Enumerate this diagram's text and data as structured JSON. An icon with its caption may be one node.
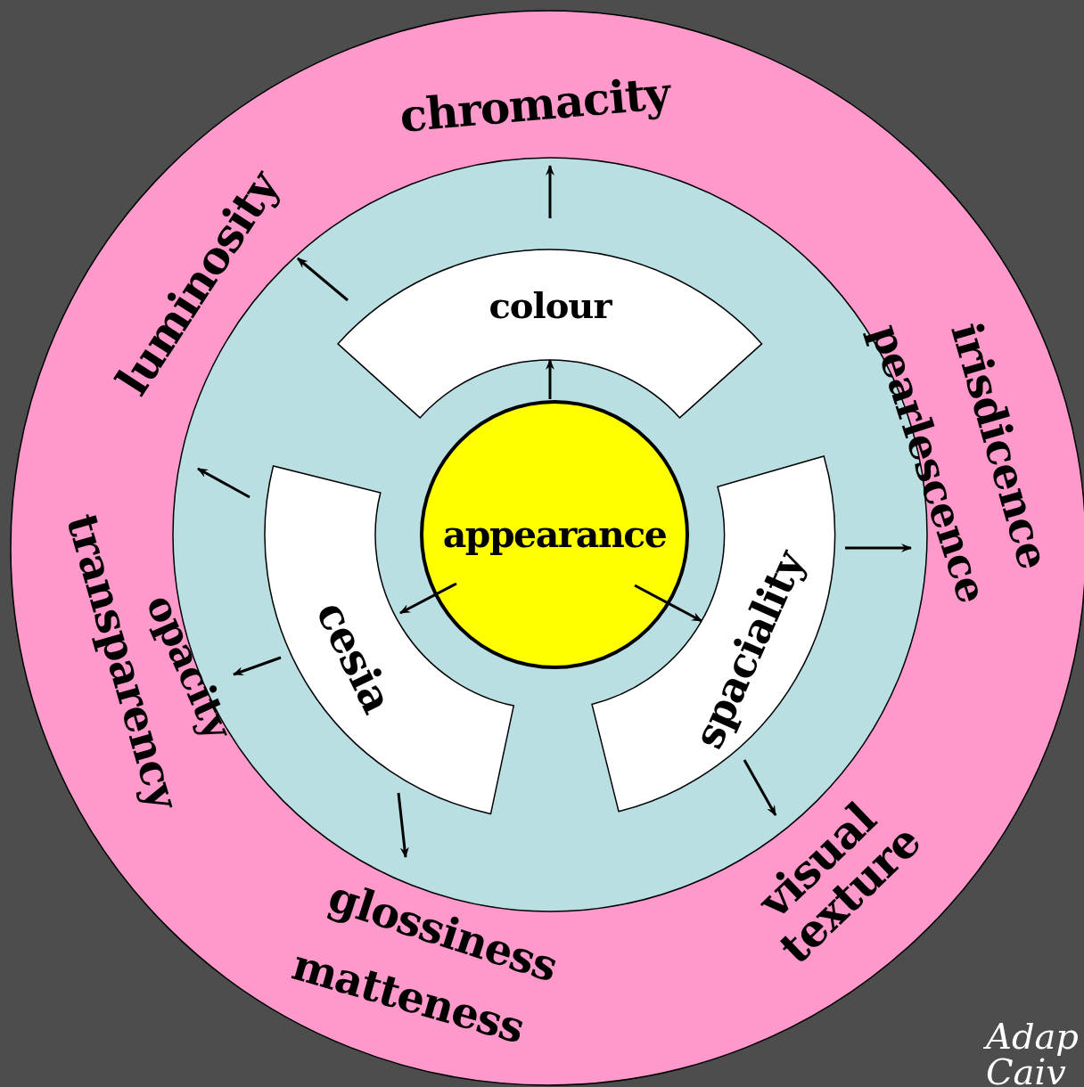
{
  "diagram": {
    "nodes": [
      {
        "text": [
          "appearance"
        ]
      },
      {
        "text": [
          "colour"
        ]
      },
      {
        "text": [
          "cesia"
        ]
      },
      {
        "text": [
          "spaciality"
        ]
      },
      {
        "text": [
          "chromacity"
        ]
      },
      {
        "text": [
          "luminosity"
        ]
      },
      {
        "text": [
          "pearlescence"
        ]
      },
      {
        "text": [
          "transparency"
        ]
      },
      {
        "text": [
          "opacity"
        ]
      },
      {
        "text": [
          "glossiness"
        ]
      },
      {
        "text": [
          "visual texture"
        ]
      }
    ],
    "edges": [
      {
        "from": 0,
        "to": 1,
        "arrow": "to"
      },
      {
        "from": 0,
        "to": 2,
        "arrow": "to"
      },
      {
        "from": 0,
        "to": 3,
        "arrow": "to"
      },
      {
        "from": 1,
        "to": 4,
        "arrow": "to"
      },
      {
        "from": 1,
        "to": 5,
        "arrow": "to"
      },
      {
        "from": 2,
        "to": 7,
        "arrow": "to"
      },
      {
        "from": 2,
        "to": 8,
        "arrow": "to"
      },
      {
        "from": 2,
        "to": 9,
        "arrow": "to"
      },
      {
        "from": 3,
        "to": 6,
        "arrow": "to"
      },
      {
        "from": 3,
        "to": 10,
        "arrow": "to"
      }
    ],
    "labels": [
      "irisdicence",
      "matteness",
      "Adap",
      "Caiv"
    ]
  }
}
